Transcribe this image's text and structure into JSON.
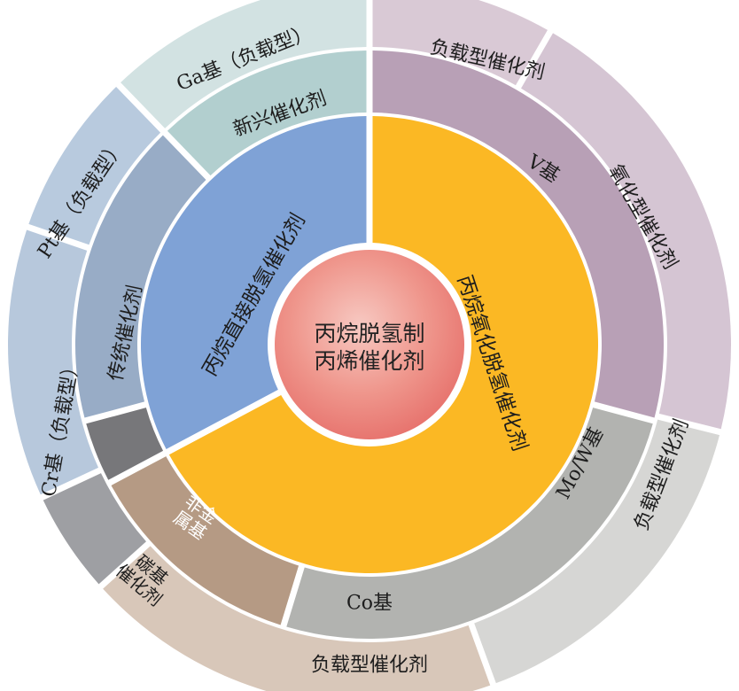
{
  "center": {
    "lines": [
      "丙烷脱氢制",
      "丙烯催化剂"
    ],
    "color": "#ee8f86"
  },
  "ring1": [
    {
      "label": "丙烷直接脱氢催化剂",
      "color": "#7fa2d6"
    },
    {
      "label": "丙烷氧化脱氢催化剂",
      "color": "#fbb824"
    }
  ],
  "ring2": [
    {
      "label": "新兴催化剂",
      "color": "#b2cfcf"
    },
    {
      "label": "V基",
      "color": "#b8a0b6"
    },
    {
      "label": "Mo/W基",
      "color": "#b2b3b0"
    },
    {
      "label": "Co基",
      "color": "#b59a84"
    },
    {
      "label": "非金属基",
      "color": "#77777a"
    },
    {
      "label": "传统催化剂",
      "color": "#98acc6"
    }
  ],
  "ring3": [
    {
      "label": "Ga基（负载型）",
      "color": "#d2e2e2"
    },
    {
      "label": "负载型催化剂",
      "color": "#d9c9d5"
    },
    {
      "label": "氧化型催化剂",
      "color": "#d5c5d3"
    },
    {
      "label": "负载型催化剂",
      "color": "#d6d6d4"
    },
    {
      "label": "负载型催化剂",
      "color": "#d8c7b9"
    },
    {
      "label": "碳基催化剂",
      "color": "#9e9fa3"
    },
    {
      "label": "Cr基（负载型）",
      "color": "#b7c8dc"
    },
    {
      "label": "Pt基（负载型）",
      "color": "#b8cade"
    }
  ]
}
